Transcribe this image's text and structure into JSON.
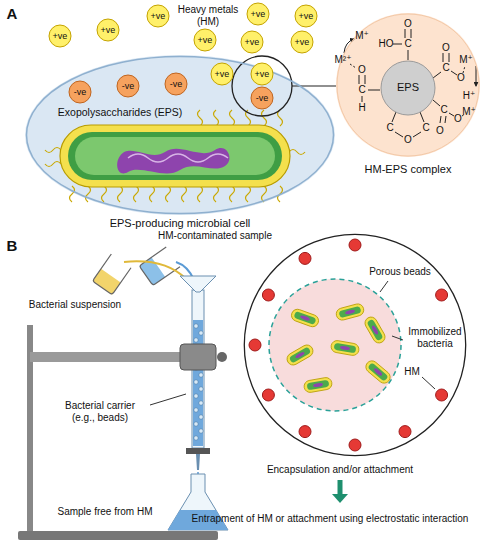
{
  "diagram": {
    "nodes": [
      {
        "text": [
          "Exopolysaccharides (EPS)",
          "EPS-producing microbial cell"
        ]
      },
      {
        "text": [
          "+ve"
        ]
      },
      {
        "text": [
          "+ve"
        ]
      },
      {
        "text": [
          "+ve"
        ]
      },
      {
        "text": [
          "+ve"
        ]
      },
      {
        "text": [
          "+ve"
        ]
      },
      {
        "text": [
          "+ve"
        ]
      },
      {
        "text": [
          "+ve"
        ]
      },
      {
        "text": [
          "+ve"
        ]
      },
      {
        "text": [
          "-ve"
        ],
        "in": 0
      },
      {
        "text": [
          "-ve"
        ],
        "in": 0
      },
      {
        "text": [
          "-ve"
        ],
        "in": 0
      },
      {
        "text": [
          "+ve"
        ],
        "in": 0
      },
      {
        "text": [
          "+ve"
        ],
        "in": 0
      },
      {
        "text": [
          "-ve"
        ],
        "in": 0
      },
      {
        "text": [
          "HM-EPS complex"
        ]
      },
      {
        "text": [
          "EPS"
        ],
        "in": 15
      },
      {
        "text": [
          "Porous beads",
          "Immobilized bacteria",
          "HM"
        ]
      }
    ],
    "labels": [
      "A",
      "Heavy metals (HM)",
      "O",
      "HO",
      "C",
      "M⁺",
      "M²⁺",
      "O",
      "H",
      "C",
      "C",
      "O",
      "C",
      "O",
      "C",
      "O",
      "M⁺",
      "H⁺",
      "C",
      "O",
      "O",
      "M⁺",
      "B",
      "HM-contaminated sample",
      "Bacterial suspension",
      "Bacterial carrier (e.g., beads)",
      "Sample free from HM",
      "Encapsulation and/or attachment",
      "Entrapment of HM or attachment using electrostatic interaction"
    ]
  }
}
